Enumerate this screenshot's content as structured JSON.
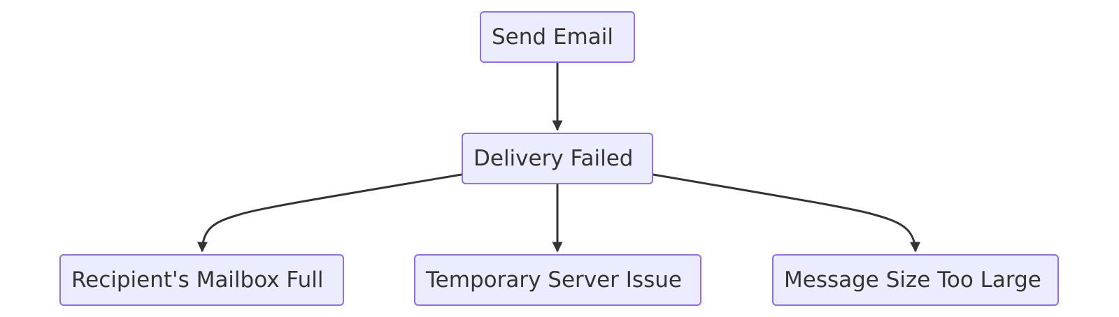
{
  "diagram": {
    "type": "flowchart",
    "direction": "top-down",
    "nodes": [
      {
        "id": "send_email",
        "label": "Send Email"
      },
      {
        "id": "delivery_failed",
        "label": "Delivery Failed"
      },
      {
        "id": "mailbox_full",
        "label": "Recipient's Mailbox Full"
      },
      {
        "id": "server_issue",
        "label": "Temporary Server Issue"
      },
      {
        "id": "size_too_large",
        "label": "Message Size Too Large"
      }
    ],
    "edges": [
      {
        "from": "send_email",
        "to": "delivery_failed"
      },
      {
        "from": "delivery_failed",
        "to": "mailbox_full"
      },
      {
        "from": "delivery_failed",
        "to": "server_issue"
      },
      {
        "from": "delivery_failed",
        "to": "size_too_large"
      }
    ],
    "colors": {
      "node_fill": "#ececff",
      "node_border": "#9370db",
      "text": "#333333",
      "edge": "#333333"
    }
  }
}
